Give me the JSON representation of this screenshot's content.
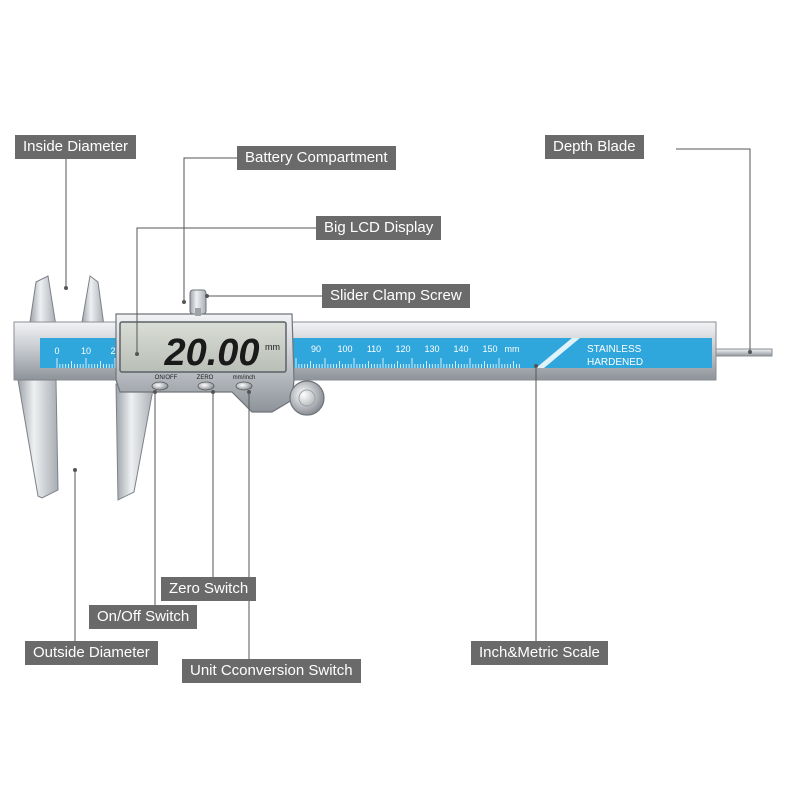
{
  "callouts": {
    "inside_diameter": "Inside Diameter",
    "battery_compartment": "Battery Compartment",
    "big_lcd_display": "Big LCD Display",
    "slider_clamp_screw": "Slider Clamp Screw",
    "depth_blade": "Depth Blade",
    "zero_switch": "Zero Switch",
    "on_off_switch": "On/Off Switch",
    "outside_diameter": "Outside Diameter",
    "unit_conversion_switch": "Unit Cconversion Switch",
    "inch_metric_scale": "Inch&Metric Scale"
  },
  "display": {
    "reading": "20.00",
    "unit": "mm"
  },
  "buttons": {
    "on_off": "ON/OFF",
    "zero": "ZERO",
    "unit": "mm/inch"
  },
  "scale": {
    "left_labels": [
      "0",
      "10",
      "2"
    ],
    "right_labels": [
      "90",
      "100",
      "110",
      "120",
      "130",
      "140",
      "150"
    ],
    "unit": "mm",
    "stamp_line1": "STAINLESS",
    "stamp_line2": "HARDENED"
  },
  "colors": {
    "scale_blue": "#2fa6dc",
    "callout_bg": "#6a6a6a",
    "steel": "#c9ccd0",
    "lcd": "#c8cdc6"
  }
}
